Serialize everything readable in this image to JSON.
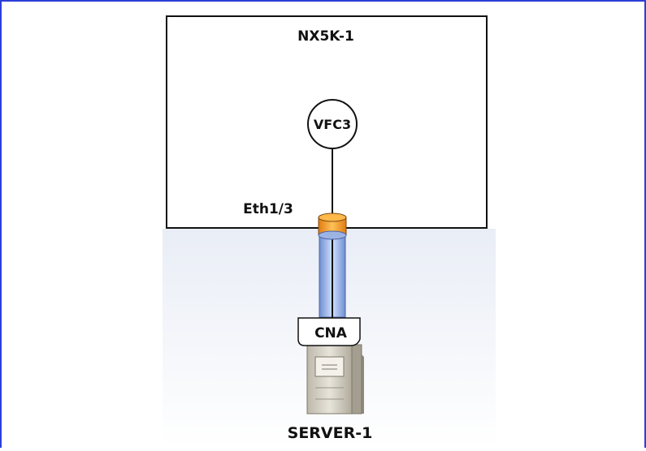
{
  "diagram": {
    "switch_label": "NX5K-1",
    "vfc_label": "VFC3",
    "port_label": "Eth1/3",
    "cna_label": "CNA",
    "server_label": "SERVER-1"
  },
  "colors": {
    "frame_border": "#2b3fd6",
    "port_orange": "#f29a1f",
    "cable_blue": "#9fb9e6",
    "server_gray": "#d9d6cc"
  }
}
